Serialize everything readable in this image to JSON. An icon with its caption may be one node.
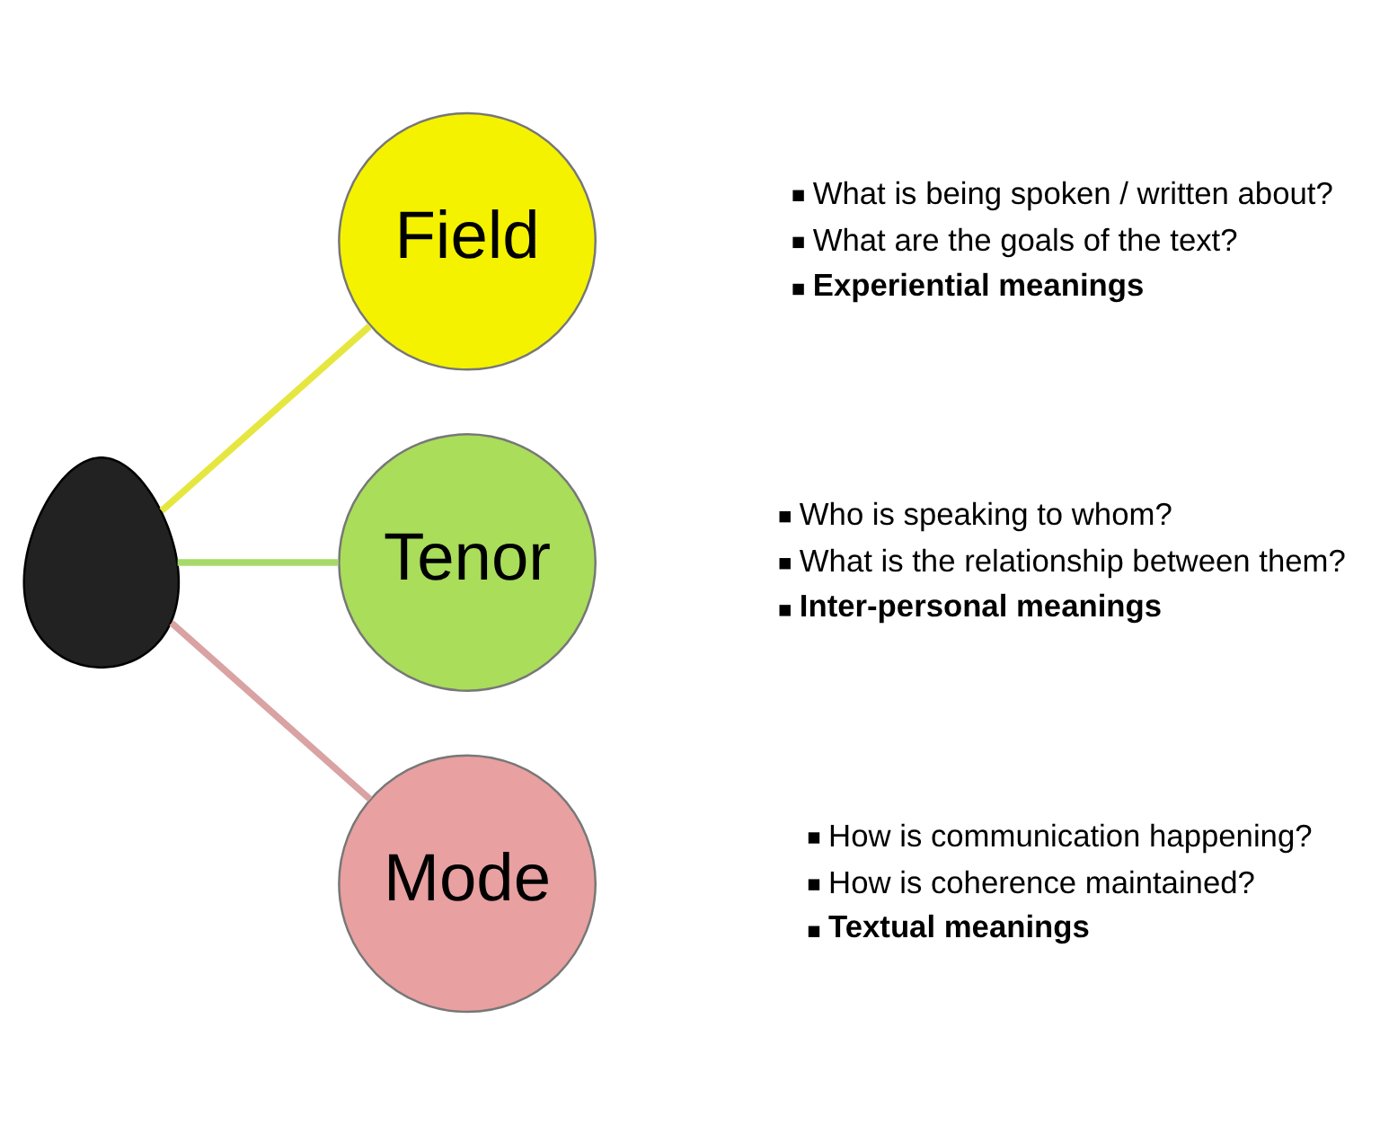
{
  "diagram": {
    "nodes": [
      {
        "text": [],
        "shape": "person"
      },
      {
        "text": [
          "Field"
        ],
        "beside": [
          "What is being spoken / written about?",
          "What are the goals of the text?",
          "Experiential meanings"
        ]
      },
      {
        "text": [
          "Tenor"
        ],
        "beside": [
          "Who is speaking to whom?",
          "What is the relationship between them?",
          "Inter-personal meanings"
        ]
      },
      {
        "text": [
          "Mode"
        ],
        "beside": [
          "How is communication happening?",
          "How is coherence maintained?",
          "Textual meanings"
        ]
      }
    ],
    "edges": [
      {
        "from": 0,
        "to": 1,
        "arrow": "none",
        "color": "#e6e640"
      },
      {
        "from": 0,
        "to": 2,
        "arrow": "none",
        "color": "#a6d96a"
      },
      {
        "from": 0,
        "to": 3,
        "arrow": "none",
        "color": "#d9a3a3"
      }
    ]
  }
}
